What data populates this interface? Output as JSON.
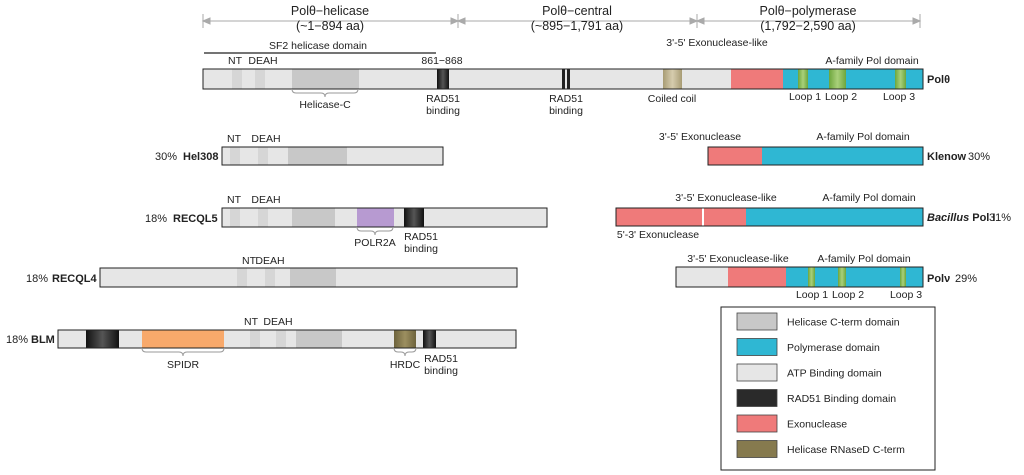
{
  "sections": {
    "helicase": {
      "title": "Polθ−helicase",
      "range": "(~1−894 aa)"
    },
    "central": {
      "title": "Polθ−central",
      "range": "(~895−1,791 aa)"
    },
    "polymerase": {
      "title": "Polθ−polymerase",
      "range": "(1,792−2,590 aa)"
    }
  },
  "labels": {
    "sf2": "SF2 helicase domain",
    "nt": "NT",
    "deah": "DEAH",
    "span_861": "861−868",
    "exo_like": "3'-5' Exonuclease-like",
    "exo": "3'-5' Exonuclease",
    "exo53": "5'-3' Exonuclease",
    "apol": "A-family Pol domain",
    "helicase_c": "Helicase-C",
    "rad51": "RAD51",
    "binding": "binding",
    "coiled": "Coiled coil",
    "loop1": "Loop 1",
    "loop2": "Loop 2",
    "loop3": "Loop 3",
    "polr2a": "POLR2A",
    "spidr": "SPIDR",
    "hrdc": "HRDC"
  },
  "proteins": {
    "poltheta": {
      "name": "Polθ"
    },
    "hel308": {
      "name": "Hel308",
      "pct": "30%"
    },
    "recql5": {
      "name": "RECQL5",
      "pct": "18%"
    },
    "recql4": {
      "name": "RECQL4",
      "pct": "18%"
    },
    "blm": {
      "name": "BLM",
      "pct": "18%"
    },
    "klenow": {
      "name": "Klenow",
      "pct": "30%"
    },
    "bacillus": {
      "name_italic": "Bacillus",
      "name_rest": " Pol I",
      "pct": "31%"
    },
    "polv": {
      "name": "Polν",
      "pct": "29%"
    }
  },
  "legend": [
    {
      "label": "Helicase C-term domain",
      "color": "#c8c8c8"
    },
    {
      "label": "Polymerase domain",
      "color": "#2fb7d3"
    },
    {
      "label": "ATP Binding domain",
      "color": "#e6e6e6"
    },
    {
      "label": "RAD51 Binding domain",
      "color": "#2a2a2a"
    },
    {
      "label": "Exonuclease",
      "color": "#ef7a7a"
    },
    {
      "label": "Helicase RNaseD C-term",
      "color": "#867a4e"
    }
  ],
  "colors": {
    "atp": "#e6e6e6",
    "helicase_c": "#c8c8c8",
    "rad51": "#2a2a2a",
    "exo": "#ef7a7a",
    "pol": "#2fb7d3",
    "loop": "#7fb24a",
    "coiled": "#b9ae8c",
    "hrdc": "#867a4e",
    "polr2a": "#b79ad1",
    "spidr": "#f8a96b"
  }
}
